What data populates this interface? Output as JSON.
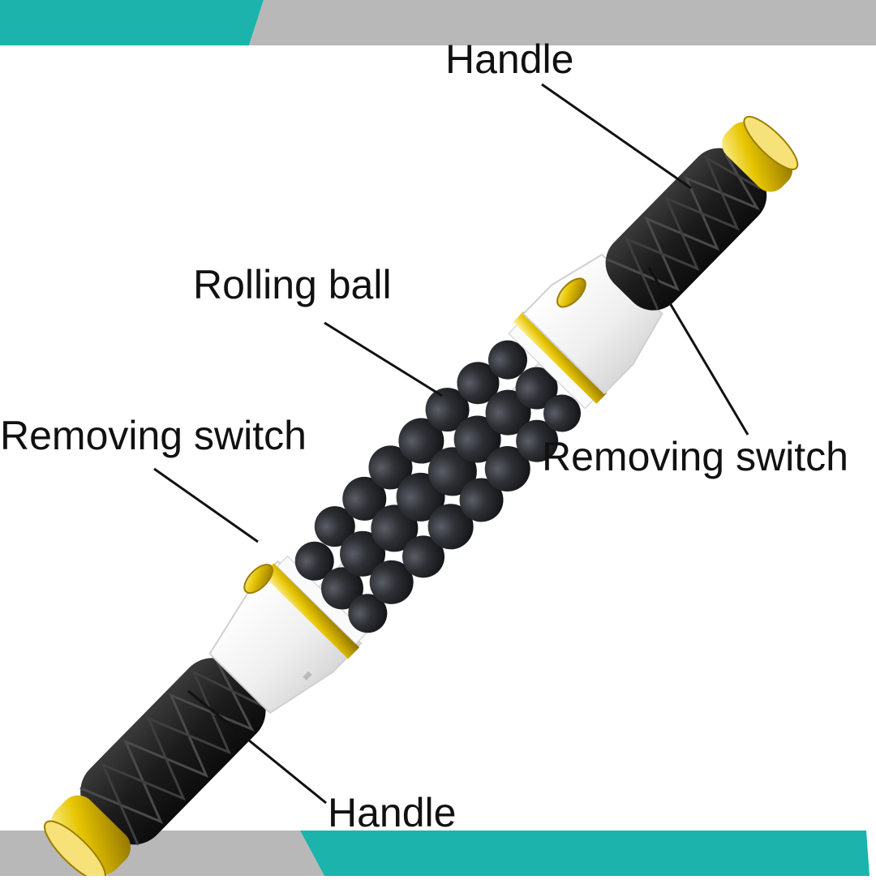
{
  "labels": {
    "handle_top": "Handle",
    "rolling_ball": "Rolling ball",
    "removing_switch_left": "Removing switch",
    "removing_switch_right": "Removing switch",
    "handle_bottom": "Handle"
  },
  "colors": {
    "teal": "#1bb3ac",
    "gray_band": "#b8b8b8",
    "grip_black": "#1f1f1f",
    "ball_black": "#2a2c30",
    "housing_white": "#f4f4f4",
    "gold": "#e6c400",
    "leader_line": "#111111"
  },
  "icons": [
    "handle-grip-icon",
    "gold-end-cap-icon",
    "removing-switch-button-icon",
    "rolling-ball-icon"
  ]
}
